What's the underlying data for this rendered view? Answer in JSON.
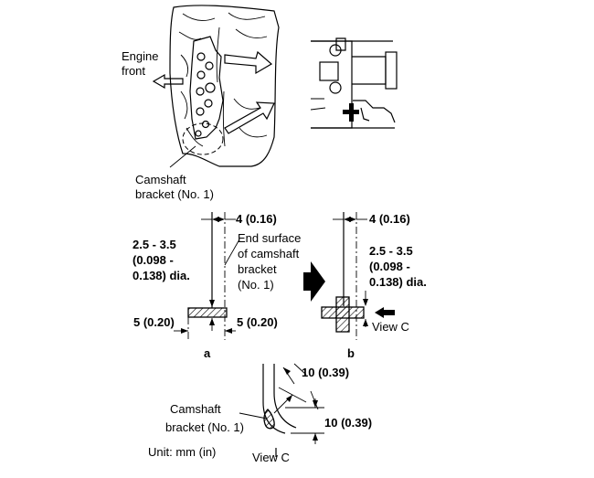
{
  "labels": {
    "engine_front": [
      "Engine",
      "front"
    ],
    "camshaft_bracket_top": [
      "Camshaft",
      "bracket (No. 1)"
    ],
    "dim_4_a": "4 (0.16)",
    "dim_4_b": "4 (0.16)",
    "dia_a": [
      "2.5 - 3.5",
      "(0.098 -",
      "0.138) dia."
    ],
    "dia_b": [
      "2.5 - 3.5",
      "(0.098 -",
      "0.138) dia."
    ],
    "end_surface": [
      "End surface",
      "of camshaft",
      "bracket",
      "(No. 1)"
    ],
    "dim_5_left": "5 (0.20)",
    "dim_5_right": "5 (0.20)",
    "fig_a": "a",
    "fig_b": "b",
    "view_c_pointer": "View C",
    "dim_10_top": "10 (0.39)",
    "dim_10_bottom": "10 (0.39)",
    "camshaft_bracket_bottom": [
      "Camshaft",
      "bracket (No. 1)"
    ],
    "unit": "Unit: mm (in)",
    "view_c_caption": "View C"
  }
}
